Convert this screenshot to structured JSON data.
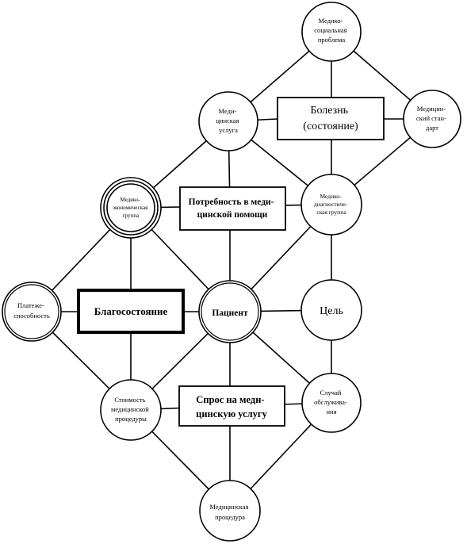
{
  "nodes": {
    "medico_social_problem": {
      "lines": [
        "Медико-",
        "социальная",
        "проблема"
      ]
    },
    "disease": {
      "lines": [
        "Болезнь",
        "(состояние)"
      ]
    },
    "medical_standard": {
      "lines": [
        "Медицин-",
        "ский стан-",
        "дарт"
      ]
    },
    "medical_service": {
      "lines": [
        "Меди-",
        "цинская",
        "услуга"
      ]
    },
    "medico_economic_group": {
      "lines": [
        "Медико-",
        "экономическая",
        "группа"
      ]
    },
    "need_medical_help": {
      "lines": [
        "Потребность в меди-",
        "цинской помощи"
      ]
    },
    "medico_diagnostic_group": {
      "lines": [
        "Медико-",
        "диагностиче-",
        "ская группа"
      ]
    },
    "solvency": {
      "lines": [
        "Платеже-",
        "способность"
      ]
    },
    "wellbeing": {
      "lines": [
        "Благосостояние"
      ]
    },
    "patient": {
      "lines": [
        "Пациент"
      ]
    },
    "goal": {
      "lines": [
        "Цель"
      ]
    },
    "procedure_cost": {
      "lines": [
        "Стоимость",
        "медицинской",
        "процедуры"
      ]
    },
    "demand_medical_service": {
      "lines": [
        "Спрос на меди-",
        "цинскую услугу"
      ]
    },
    "service_case": {
      "lines": [
        "Случай",
        "обслужива-",
        "ния"
      ]
    },
    "medical_procedure": {
      "lines": [
        "Медицинская",
        "процедура"
      ]
    }
  }
}
